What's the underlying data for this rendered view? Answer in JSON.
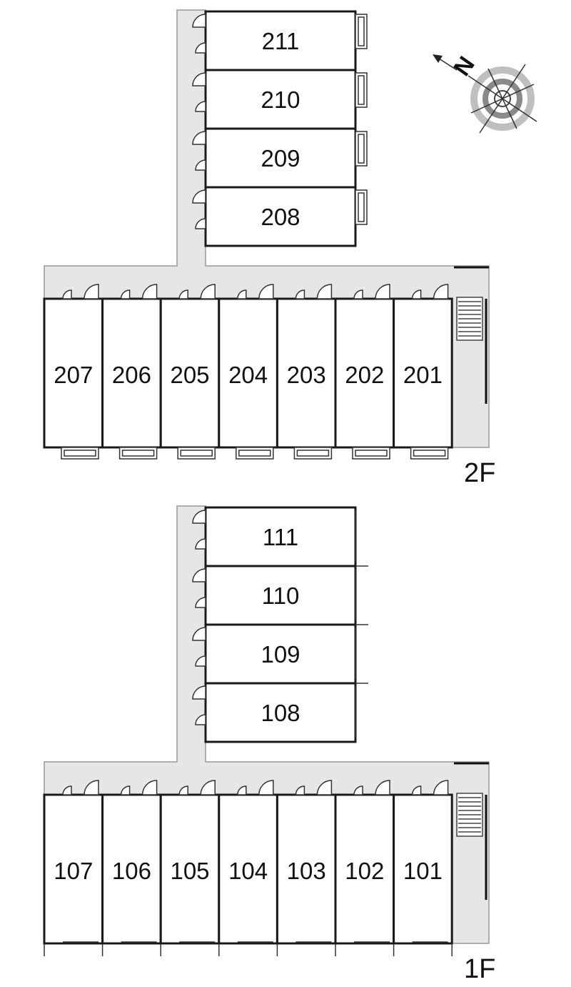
{
  "colors": {
    "corridor": "#e6e6e6",
    "wall": "#1a1a1a",
    "background": "#ffffff"
  },
  "compass": {
    "label": "N",
    "icon": "compass-rose-icon"
  },
  "floors": [
    {
      "label": "2F",
      "wing_units": [
        "211",
        "210",
        "209",
        "208"
      ],
      "row_units": [
        "207",
        "206",
        "205",
        "204",
        "203",
        "202",
        "201"
      ]
    },
    {
      "label": "1F",
      "wing_units": [
        "111",
        "110",
        "109",
        "108"
      ],
      "row_units": [
        "107",
        "106",
        "105",
        "104",
        "103",
        "102",
        "101"
      ]
    }
  ]
}
